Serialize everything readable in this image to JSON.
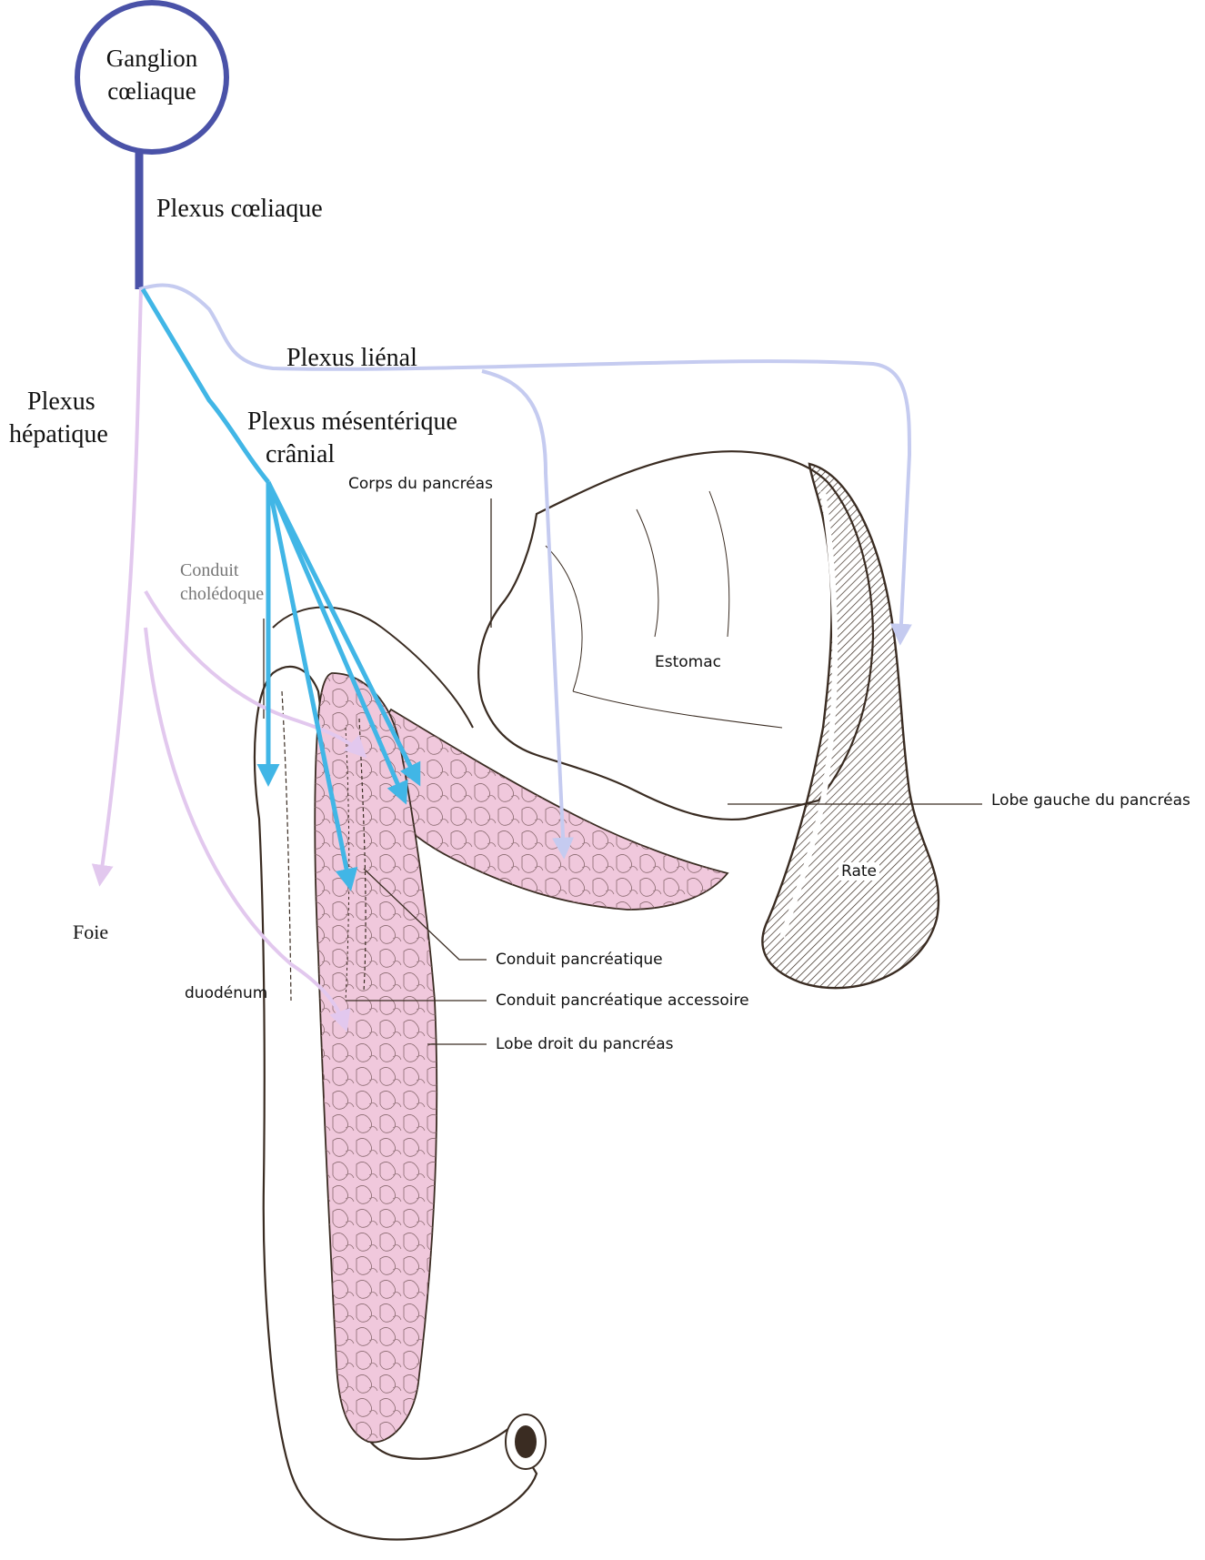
{
  "nodes": {
    "ganglion_line1": "Ganglion",
    "ganglion_line2": "cœliaque"
  },
  "labels": {
    "plexus_coeliaque": "Plexus cœliaque",
    "plexus_lienal": "Plexus liénal",
    "plexus_hepatique_1": "Plexus",
    "plexus_hepatique_2": "hépatique",
    "plexus_mesenterique_1": "Plexus mésentérique",
    "plexus_mesenterique_2": "crânial",
    "corps_pancreas": "Corps du pancréas",
    "conduit_choledoque_1": "Conduit",
    "conduit_choledoque_2": "cholédoque",
    "estomac": "Estomac",
    "lobe_gauche": "Lobe gauche du pancréas",
    "rate": "Rate",
    "foie": "Foie",
    "duodenum": "duodénum",
    "conduit_pancreatique": "Conduit pancréatique",
    "conduit_pancreatique_accessoire": "Conduit pancréatique accessoire",
    "lobe_droit": "Lobe droit du pancréas"
  },
  "colors": {
    "ganglion": "#4a52a8",
    "plexus_lienal": "#c5cbf0",
    "plexus_hepatique": "#e2c8ee",
    "plexus_mesenterique": "#41b6e6",
    "pancreas": "#f0c8dc",
    "ink": "#3a2c22"
  }
}
